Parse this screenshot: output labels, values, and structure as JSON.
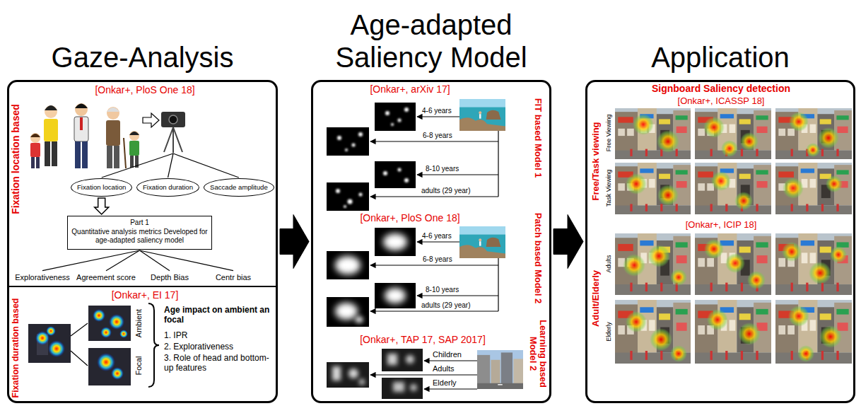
{
  "diagram": {
    "nodes": [
      {
        "text": [
          "Gaze-Analysis"
        ]
      },
      {
        "text": [
          "Fixation location"
        ],
        "in": 0
      },
      {
        "text": [
          "Fixation duration"
        ],
        "in": 0
      },
      {
        "text": [
          "Saccade amplitude"
        ],
        "in": 0
      },
      {
        "text": [
          "Part 1",
          "Quantitative analysis metrics Developed for age-adapted saliency model"
        ],
        "in": 0
      },
      {
        "text": [
          "Age-adapted Saliency Model"
        ]
      },
      {
        "text": [
          "Application"
        ]
      }
    ],
    "edges": [
      {
        "from": 0,
        "to": 5,
        "arrow": "to"
      },
      {
        "from": 5,
        "to": 6,
        "arrow": "to"
      },
      {
        "from": 1,
        "to": 4,
        "arrow": "to"
      }
    ],
    "labels": [
      "[Onkar+, PloS One 18]",
      "Fixation location based",
      "Explorativeness",
      "Agreement score",
      "Depth Bias",
      "Centr bias",
      "[Onkar+, EI 17]",
      "Fixation duration based",
      "Ambient",
      "Focal",
      "Age impact on ambient an focal",
      "1. IPR",
      "2. Explorativeness",
      "3. Role of head and bottom-up features",
      "[Onkar+, arXiv 17]",
      "4-6 years",
      "6-8 years",
      "8-10 years",
      "adults (29 year)",
      "[Onkar+, PloS One 18]",
      "4-6 years",
      "6-8 years",
      "8-10 years",
      "adults (29 year)",
      "[Onkar+, TAP 17, SAP 2017]",
      "Children",
      "Adults",
      "Elderly",
      "FIT based Model 1",
      "Patch based Model 2",
      "Learning based Model 2",
      "Signboard Saliency detection",
      "[Onkar+, ICASSP 18]",
      "Free/Task viewing",
      "Free Viewing",
      "Task Viewing",
      "[Onkar+, ICIP 18]",
      "Adult/Elderly",
      "Adults",
      "Elderly"
    ]
  }
}
